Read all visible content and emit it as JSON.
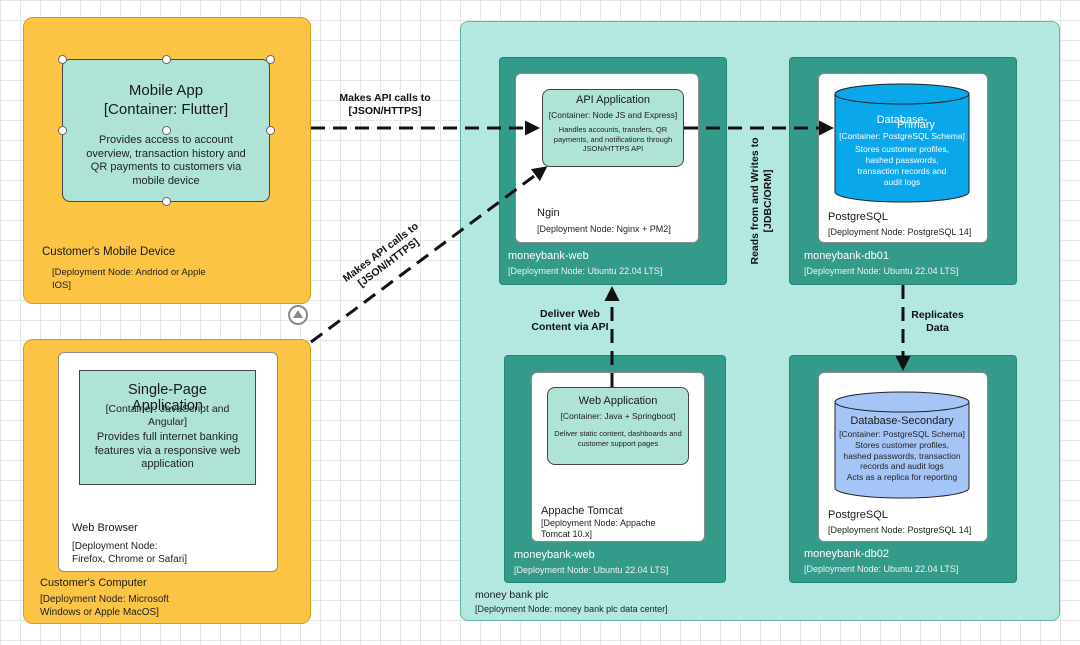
{
  "customer_mobile_device": {
    "title": "Customer's Mobile Device",
    "meta_line1": "[Deployment Node: Andriod or Apple",
    "meta_line2": "IOS]"
  },
  "mobile_app": {
    "title_line1": "Mobile App",
    "title_line2": "[Container: Flutter]",
    "desc_line1": "Provides access to account",
    "desc_line2": "overview, transaction history and",
    "desc_line3": "QR payments to customers via",
    "desc_line4": "mobile device"
  },
  "customer_computer": {
    "title": "Customer's Computer",
    "meta_line1": "[Deployment Node: Microsoft",
    "meta_line2": "Windows or Apple MacOS]"
  },
  "web_browser": {
    "title": "Web Browser",
    "meta_line1": "[Deployment Node:",
    "meta_line2": "Firefox, Chrome or Safari]"
  },
  "spa": {
    "title_line1": "Single-Page",
    "title_line2": "Application",
    "tech_line1": "[Container: JavaScript and",
    "tech_line2": "Angular]",
    "desc_line1": "Provides full internet banking",
    "desc_line2": "features via a responsive web",
    "desc_line3": "application"
  },
  "money_bank": {
    "title": "money bank plc",
    "meta": "[Deployment Node: money bank plc data center]"
  },
  "moneybank_web_top": {
    "title": "moneybank-web",
    "meta": "[Deployment Node: Ubuntu 22.04 LTS]"
  },
  "ngin": {
    "title": "Ngin",
    "meta": "[Deployment Node: Nginx + PM2]"
  },
  "api_app": {
    "title": "API Application",
    "tech": "[Container: Node JS and Express]",
    "desc_line1": "Handles accounts, transfers, QR",
    "desc_line2": "payments, and notifications through",
    "desc_line3": "JSON/HTTPS API"
  },
  "moneybank_db01": {
    "title": "moneybank-db01",
    "meta": "[Deployment Node: Ubuntu 22.04 LTS]"
  },
  "postgres_top": {
    "title": "PostgreSQL",
    "meta": "[Deployment Node: PostgreSQL 14]"
  },
  "db_primary": {
    "title_line1": "Database-",
    "title_line2": "Primary",
    "tech": "[Container: PostgreSQL Schema]",
    "desc_line1": "Stores customer profiles,",
    "desc_line2": "hashed passwords,",
    "desc_line3": "transaction records and",
    "desc_line4": "audit logs"
  },
  "moneybank_web_bottom": {
    "title": "moneybank-web",
    "meta": "[Deployment Node: Ubuntu 22.04 LTS]"
  },
  "tomcat": {
    "title": "Appache Tomcat",
    "meta_line1": "[Deployment Node: Appache",
    "meta_line2": "Tomcat 10.x]"
  },
  "web_app": {
    "title": "Web Application",
    "tech": "[Container: Java + Springboot]",
    "desc_line1": "Deliver static content, dashboards and",
    "desc_line2": "customer support pages"
  },
  "moneybank_db02": {
    "title": "moneybank-db02",
    "meta": "[Deployment Node: Ubuntu 22.04 LTS]"
  },
  "postgres_bottom": {
    "title": "PostgreSQL",
    "meta": "[Deployment Node: PostgreSQL 14]"
  },
  "db_secondary": {
    "title": "Database-Secondary",
    "tech": "[Container: PostgreSQL Schema]",
    "desc_line1": "Stores customer profiles,",
    "desc_line2": "hashed passwords, transaction",
    "desc_line3": "records and audit logs",
    "desc_line4": "Acts as a replica for reporting"
  },
  "edges": {
    "mobile_api_line1": "Makes API calls to",
    "mobile_api_line2": "[JSON/HTTPS]",
    "spa_api_line1": "Makes API calls to",
    "spa_api_line2": "[JSON/HTTPS]",
    "api_db_line1": "Reads from and Writes to",
    "api_db_line2": "[JDBC/ORM]",
    "deliver_line1": "Deliver Web",
    "deliver_line2": "Content via API",
    "replicates_line1": "Replicates",
    "replicates_line2": "Data"
  },
  "colors": {
    "customer_node": "#fcc445",
    "bank_node": "#b3e8e0",
    "server_node": "#349b8a",
    "container": "#aee3d6",
    "db_primary": "#0aa7ea",
    "db_secondary": "#a6c5f7"
  }
}
